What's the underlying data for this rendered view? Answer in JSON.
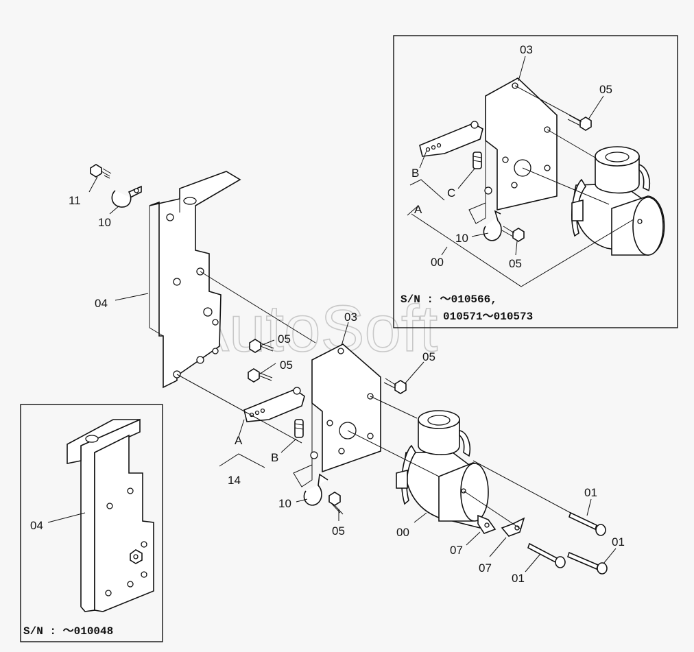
{
  "watermark": "AutoSoft",
  "labels": {
    "l11": "11",
    "l10a": "10",
    "l04a": "04",
    "l05a": "05",
    "l05b": "05",
    "l03a": "03",
    "l05c": "05",
    "lA1": "A",
    "lB1": "B",
    "l14": "14",
    "l10b": "10",
    "l05d": "05",
    "l00a": "00",
    "l07a": "07",
    "l07b": "07",
    "l01a": "01",
    "l01b": "01",
    "l01c": "01",
    "l04b": "04",
    "l03b": "03",
    "l05e": "05",
    "lB2": "B",
    "lC": "C",
    "lA2": "A",
    "l10c": "10",
    "l05f": "05",
    "l00b": "00"
  },
  "serials": {
    "inset_right_line1": "S/N :  ～010566,",
    "inset_right_line2": "010571～010573",
    "inset_left": "S/N :  ～010048"
  }
}
